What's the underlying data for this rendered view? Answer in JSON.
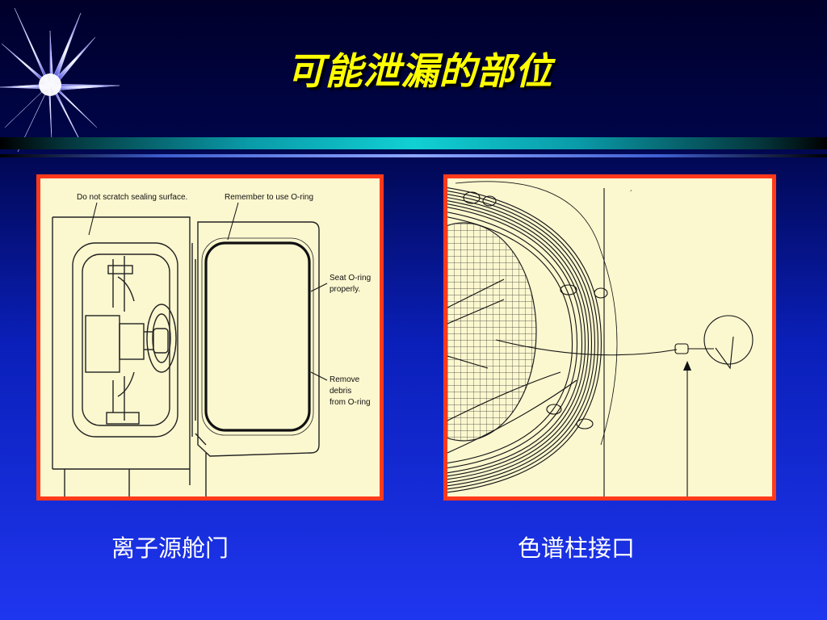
{
  "slide": {
    "title": "可能泄漏的部位",
    "captions": {
      "left": "离子源舱门",
      "right": "色谱柱接口"
    },
    "figure_left": {
      "labels": {
        "scratch": "Do not scratch sealing surface.",
        "oring": "Remember to use O-ring",
        "seat_1": "Seat O-ring",
        "seat_2": "properly.",
        "remove_1": "Remove",
        "remove_2": "debris",
        "remove_3": "from O-ring"
      }
    }
  },
  "colors": {
    "title": "#ffff00",
    "panel_border": "#ff3a1a",
    "panel_fill": "#fbf7cf",
    "caption": "#ffffff"
  },
  "icons": {
    "corner": "starburst-icon"
  }
}
